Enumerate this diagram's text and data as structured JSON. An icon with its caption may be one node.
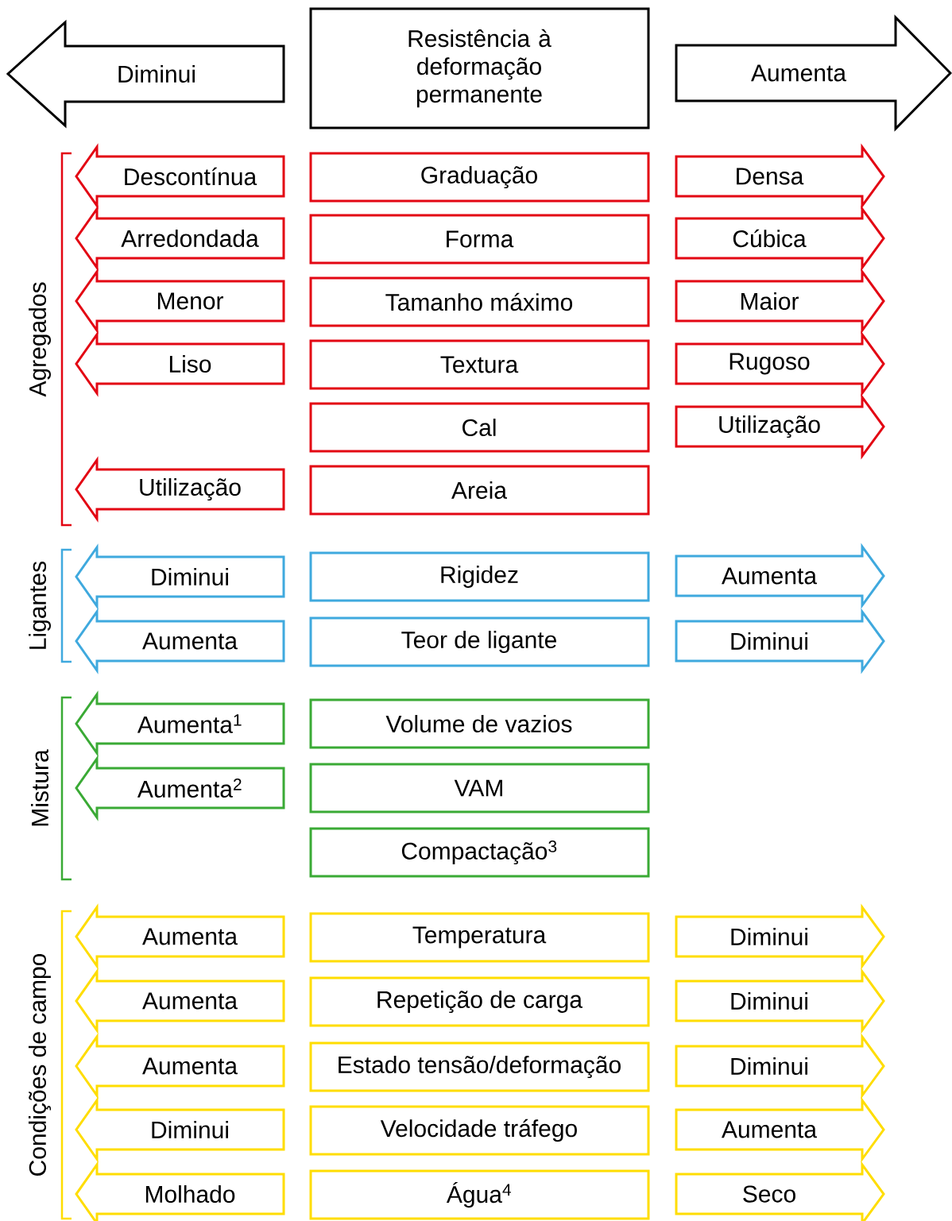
{
  "diagram": {
    "nodes": [
      {
        "text": [
          "Diminui"
        ]
      },
      {
        "text": [
          "Resistência à deformação permanente"
        ]
      },
      {
        "text": [
          "Aumenta"
        ]
      },
      {
        "text": [
          "Descontínua"
        ]
      },
      {
        "text": [
          "Graduação"
        ]
      },
      {
        "text": [
          "Densa"
        ]
      },
      {
        "text": [
          "Arredondada"
        ]
      },
      {
        "text": [
          "Forma"
        ]
      },
      {
        "text": [
          "Cúbica"
        ]
      },
      {
        "text": [
          "Menor"
        ]
      },
      {
        "text": [
          "Tamanho máximo"
        ]
      },
      {
        "text": [
          "Maior"
        ]
      },
      {
        "text": [
          "Liso"
        ]
      },
      {
        "text": [
          "Textura"
        ]
      },
      {
        "text": [
          "Rugoso"
        ]
      },
      {
        "text": [
          "Cal"
        ]
      },
      {
        "text": [
          "Utilização"
        ]
      },
      {
        "text": [
          "Utilização"
        ]
      },
      {
        "text": [
          "Areia"
        ]
      },
      {
        "text": [
          "Diminui"
        ]
      },
      {
        "text": [
          "Rigidez"
        ]
      },
      {
        "text": [
          "Aumenta"
        ]
      },
      {
        "text": [
          "Aumenta"
        ]
      },
      {
        "text": [
          "Teor de ligante"
        ]
      },
      {
        "text": [
          "Diminui"
        ]
      },
      {
        "text": [
          "Aumenta$^{1}$"
        ]
      },
      {
        "text": [
          "Volume de vazios"
        ]
      },
      {
        "text": [
          "Aumenta$^{2}$"
        ]
      },
      {
        "text": [
          "VAM"
        ]
      },
      {
        "text": [
          "Compactação$^{3}$"
        ]
      },
      {
        "text": [
          "Aumenta"
        ]
      },
      {
        "text": [
          "Temperatura"
        ]
      },
      {
        "text": [
          "Diminui"
        ]
      },
      {
        "text": [
          "Aumenta"
        ]
      },
      {
        "text": [
          "Repetição de carga"
        ]
      },
      {
        "text": [
          "Diminui"
        ]
      },
      {
        "text": [
          "Aumenta"
        ]
      },
      {
        "text": [
          "Estado tensão/deformação"
        ]
      },
      {
        "text": [
          "Diminui"
        ]
      },
      {
        "text": [
          "Diminui"
        ]
      },
      {
        "text": [
          "Velocidade tráfego"
        ]
      },
      {
        "text": [
          "Aumenta"
        ]
      },
      {
        "text": [
          "Molhado"
        ]
      },
      {
        "text": [
          "Água$^{4}$"
        ]
      },
      {
        "text": [
          "Seco"
        ]
      }
    ],
    "labels": [
      "Agregados",
      "Ligantes",
      "Mistura",
      "Condições de campo"
    ]
  }
}
